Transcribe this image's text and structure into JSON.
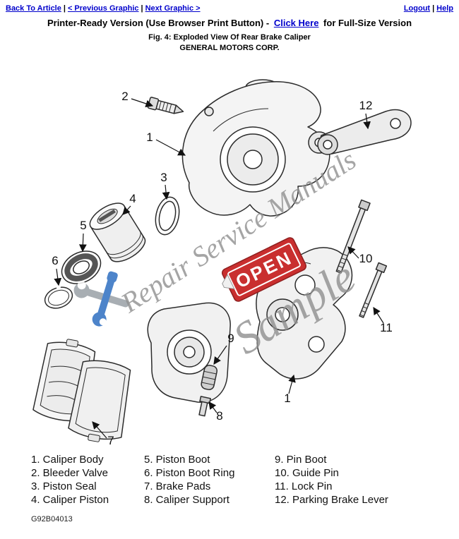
{
  "nav": {
    "back_to_article": "Back To Article",
    "previous_graphic": "< Previous Graphic",
    "next_graphic": "Next Graphic >",
    "logout": "Logout",
    "help": "Help",
    "separator": "|"
  },
  "header": {
    "printer_line_prefix": "Printer-Ready Version (Use Browser Print Button) -",
    "printer_line_link": "Click Here",
    "printer_line_suffix": "for Full-Size Version",
    "figure_caption": "Fig. 4: Exploded View Of Rear Brake Caliper",
    "company": "GENERAL MOTORS CORP."
  },
  "diagram": {
    "callouts": [
      "2",
      "1",
      "12",
      "3",
      "4",
      "5",
      "6",
      "10",
      "9",
      "11",
      "8",
      "1",
      "7"
    ],
    "watermark": {
      "line1": "Repair Service Manuals",
      "line2": "Sample",
      "open_sign": "OPEN"
    }
  },
  "legend": {
    "items": [
      "1. Caliper Body",
      "2. Bleeder Valve",
      "3. Piston Seal",
      "4. Caliper Piston",
      "5. Piston Boot",
      "6. Piston Boot Ring",
      "7. Brake Pads",
      "8. Caliper Support",
      "9. Pin Boot",
      "10. Guide Pin",
      "11. Lock Pin",
      "12. Parking Brake Lever"
    ]
  },
  "footer": {
    "code": "G92B04013"
  },
  "colors": {
    "link": "#0000cc",
    "watermark_gray": "#8f8f8f",
    "open_sign_red": "#c92f2f"
  }
}
